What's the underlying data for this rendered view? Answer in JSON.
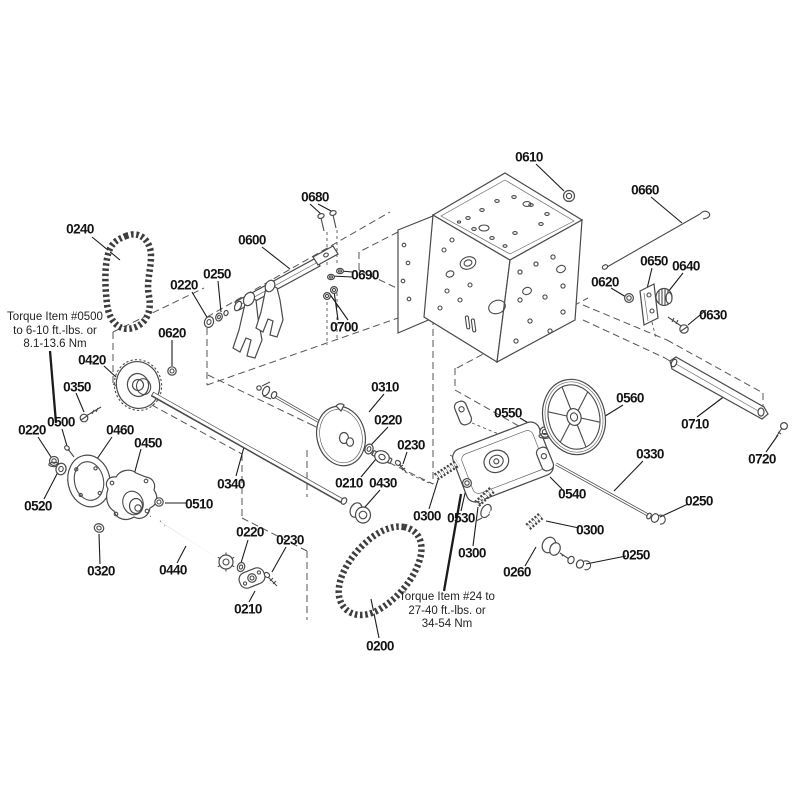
{
  "page": {
    "background": "#ffffff",
    "line_color": "#4a4a4a",
    "label_color": "#141414",
    "description": "Exploded parts diagram with numbered callouts"
  },
  "labels": [
    "0240",
    "0680",
    "0600",
    "0250",
    "0220",
    "0690",
    "0700",
    "0610",
    "0660",
    "0650",
    "0640",
    "0620",
    "0630",
    "0620",
    "0420",
    "0350",
    "0500",
    "0220",
    "0460",
    "0450",
    "0520",
    "0510",
    "0320",
    "0440",
    "0220",
    "0230",
    "0210",
    "0340",
    "0310",
    "0220",
    "0230",
    "0210",
    "0430",
    "0300",
    "0530",
    "0300",
    "0200",
    "0550",
    "0560",
    "0710",
    "0720",
    "0330",
    "0540",
    "0250",
    "0300",
    "0250",
    "0260"
  ],
  "notes": [
    "Torque Item #0500\nto 6-10 ft.-lbs. or\n8.1-13.6 Nm",
    "Torque Item #24 to\n27-40 ft.-lbs. or\n34-54 Nm"
  ]
}
